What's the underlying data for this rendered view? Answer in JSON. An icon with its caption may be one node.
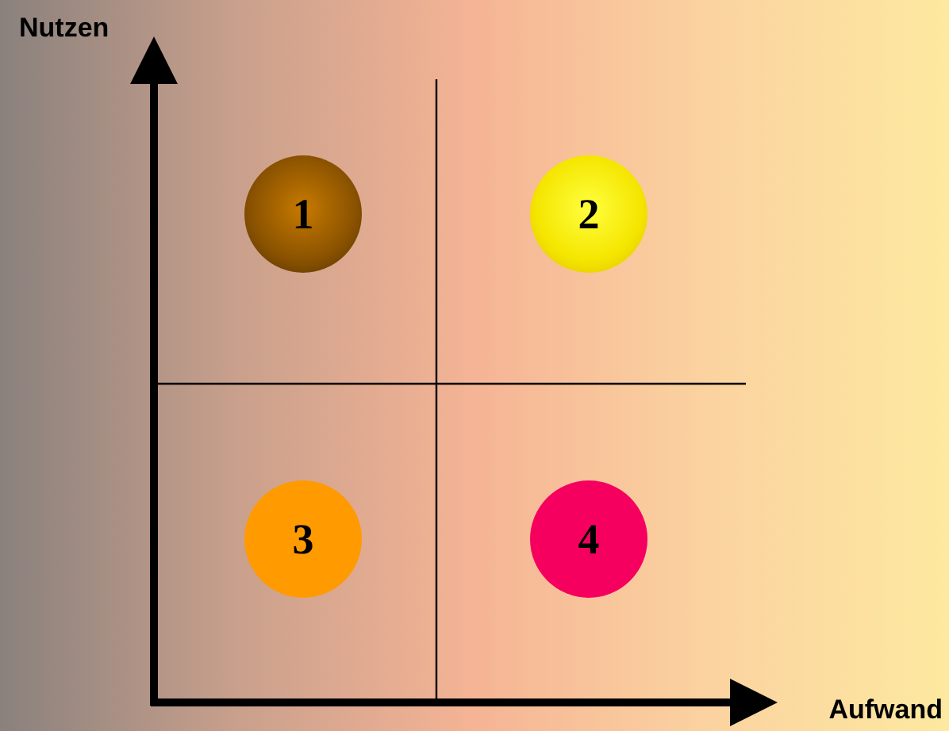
{
  "diagram": {
    "nodes": [
      {
        "text": [
          "1"
        ]
      },
      {
        "text": [
          "2"
        ]
      },
      {
        "text": [
          "3"
        ]
      },
      {
        "text": [
          "4"
        ]
      }
    ],
    "labels": [
      "Nutzen",
      "Aufwand"
    ]
  }
}
